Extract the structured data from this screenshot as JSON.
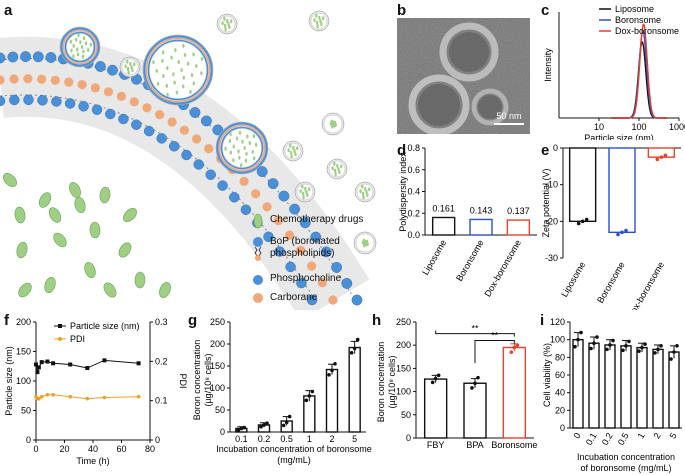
{
  "panel_letters": [
    "a",
    "b",
    "c",
    "d",
    "e",
    "f",
    "g",
    "h",
    "i"
  ],
  "schematic": {
    "legend": [
      {
        "label": "Chemotherapy drugs",
        "icon": "drug-ellipse"
      },
      {
        "label": "BoP (boronated",
        "icon": "bop-lipid"
      },
      {
        "label": "phospholipids)",
        "icon": ""
      },
      {
        "label": "Phosphocholine",
        "icon": "blue-sphere"
      },
      {
        "label": "Carborane",
        "icon": "orange-sphere"
      }
    ]
  },
  "tem": {
    "scale_bar": "50 nm"
  },
  "colors": {
    "liposome": "#111111",
    "boronsome": "#2a4fd0",
    "dox_boronsome": "#e8402a",
    "pdi": "#f0a020",
    "bar_red": "#e8402a"
  },
  "chart_data": [
    {
      "panel": "c",
      "type": "line",
      "xlabel": "Particle size (nm)",
      "ylabel": "Intensity",
      "x_scale": "log",
      "xlim": [
        1,
        1000
      ],
      "x_ticks": [
        "10",
        "100",
        "1000"
      ],
      "series": [
        {
          "name": "Liposome",
          "peak": 11.5,
          "center": 120
        },
        {
          "name": "Boronsome",
          "peak": 13.2,
          "center": 125
        },
        {
          "name": "Dox-boronsome",
          "peak": 14.2,
          "center": 130
        }
      ],
      "legend_position": "top-right"
    },
    {
      "panel": "d",
      "type": "bar",
      "categories": [
        "Liposome",
        "Boronsome",
        "Dox-boronsome"
      ],
      "values": [
        0.161,
        0.143,
        0.137
      ],
      "data_labels": [
        "0.161",
        "0.143",
        "0.137"
      ],
      "ylabel": "Polydispersity index",
      "ylim": [
        0,
        0.8
      ],
      "y_ticks": [
        "0.0",
        "0.2",
        "0.4",
        "0.6",
        "0.8"
      ]
    },
    {
      "panel": "e",
      "type": "bar",
      "categories": [
        "Liposome",
        "Boronsome",
        "Dox-boronsome"
      ],
      "values": [
        -20,
        -23,
        -2.5
      ],
      "ylabel": "Zeta potential (V)",
      "ylim": [
        -30,
        0
      ],
      "y_ticks": [
        "0",
        "-10",
        "-20",
        "-30"
      ]
    },
    {
      "panel": "f",
      "type": "line",
      "x": [
        0,
        1,
        2,
        4,
        8,
        12,
        24,
        36,
        48,
        72
      ],
      "series": [
        {
          "name": "Particle size (nm)",
          "axis": "left",
          "values": [
            128,
            115,
            123,
            132,
            133,
            130,
            128,
            122,
            135,
            130
          ]
        },
        {
          "name": "PDI",
          "axis": "right",
          "values": [
            0.11,
            0.105,
            0.105,
            0.11,
            0.115,
            0.115,
            0.11,
            0.105,
            0.108,
            0.11
          ]
        }
      ],
      "xlabel": "Time (h)",
      "ylabel_left": "Particle size (nm)",
      "ylabel_right": "PDI",
      "xlim": [
        0,
        72
      ],
      "ylim_left": [
        0,
        200
      ],
      "ylim_right": [
        0,
        0.3
      ],
      "x_ticks": [
        "0",
        "20",
        "40",
        "60",
        "80"
      ],
      "y_ticks_left": [
        "0",
        "50",
        "100",
        "150",
        "200"
      ],
      "y_ticks_right": [
        "0",
        "0.1",
        "0.2",
        "0.3"
      ]
    },
    {
      "panel": "g",
      "type": "bar",
      "categories": [
        "0.1",
        "0.2",
        "0.5",
        "1",
        "2",
        "5"
      ],
      "values": [
        8,
        16,
        25,
        82,
        142,
        192
      ],
      "errors": [
        4,
        5,
        10,
        12,
        12,
        14
      ],
      "points": [
        [
          4,
          8,
          10
        ],
        [
          12,
          16,
          20
        ],
        [
          15,
          22,
          35
        ],
        [
          72,
          82,
          92
        ],
        [
          130,
          140,
          155
        ],
        [
          180,
          190,
          210
        ]
      ],
      "xlabel": "Incubation concentration of boronsome\n(mg/mL)",
      "ylabel": "Boron concentration\n(µg/10⁸ cells)",
      "ylim": [
        0,
        250
      ],
      "y_ticks": [
        "0",
        "50",
        "100",
        "150",
        "200",
        "250"
      ]
    },
    {
      "panel": "h",
      "type": "bar",
      "categories": [
        "FBY",
        "BPA",
        "Boronsome"
      ],
      "values": [
        127,
        118,
        195
      ],
      "errors": [
        8,
        10,
        8
      ],
      "points": [
        [
          120,
          128,
          135
        ],
        [
          108,
          118,
          130
        ],
        [
          185,
          195,
          200
        ]
      ],
      "ylabel": "Boron concentration\n(µg/10⁸ cells)",
      "ylim": [
        0,
        250
      ],
      "y_ticks": [
        "0",
        "50",
        "100",
        "150",
        "200",
        "250"
      ],
      "annotations": [
        "**",
        "**"
      ]
    },
    {
      "panel": "i",
      "type": "bar",
      "categories": [
        "0",
        "0.1",
        "0.2",
        "0.5",
        "1",
        "2",
        "5"
      ],
      "values": [
        100,
        96,
        94,
        93,
        91,
        89,
        86
      ],
      "errors": [
        8,
        7,
        6,
        6,
        5,
        5,
        7
      ],
      "points": [
        [
          92,
          100,
          108
        ],
        [
          90,
          96,
          103
        ],
        [
          89,
          94,
          99
        ],
        [
          88,
          93,
          98
        ],
        [
          87,
          91,
          95
        ],
        [
          85,
          89,
          93
        ],
        [
          78,
          86,
          93
        ]
      ],
      "xlabel": "Incubation concentration\nof boronsome (mg/mL)",
      "ylabel": "Cell viability (%)",
      "ylim": [
        0,
        120
      ],
      "y_ticks": [
        "0",
        "20",
        "40",
        "60",
        "80",
        "100",
        "120"
      ]
    }
  ]
}
